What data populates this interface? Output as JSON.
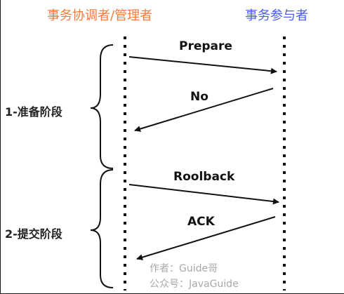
{
  "colors": {
    "coordinator": "#f47b3c",
    "participant": "#4a5cf2",
    "line": "#111111",
    "watermark": "#a9a9a9"
  },
  "coordinator_label": "事务协调者/管理者",
  "participant_label": "事务参与者",
  "phases": [
    {
      "label": "1-准备阶段"
    },
    {
      "label": "2-提交阶段"
    }
  ],
  "messages": [
    {
      "label": "Prepare",
      "from": "coordinator",
      "to": "participant"
    },
    {
      "label": "No",
      "from": "participant",
      "to": "coordinator"
    },
    {
      "label": "Roolback",
      "from": "coordinator",
      "to": "participant"
    },
    {
      "label": "ACK",
      "from": "participant",
      "to": "coordinator"
    }
  ],
  "watermark": {
    "author": "作者：Guide哥",
    "account": "公众号：JavaGuide"
  }
}
